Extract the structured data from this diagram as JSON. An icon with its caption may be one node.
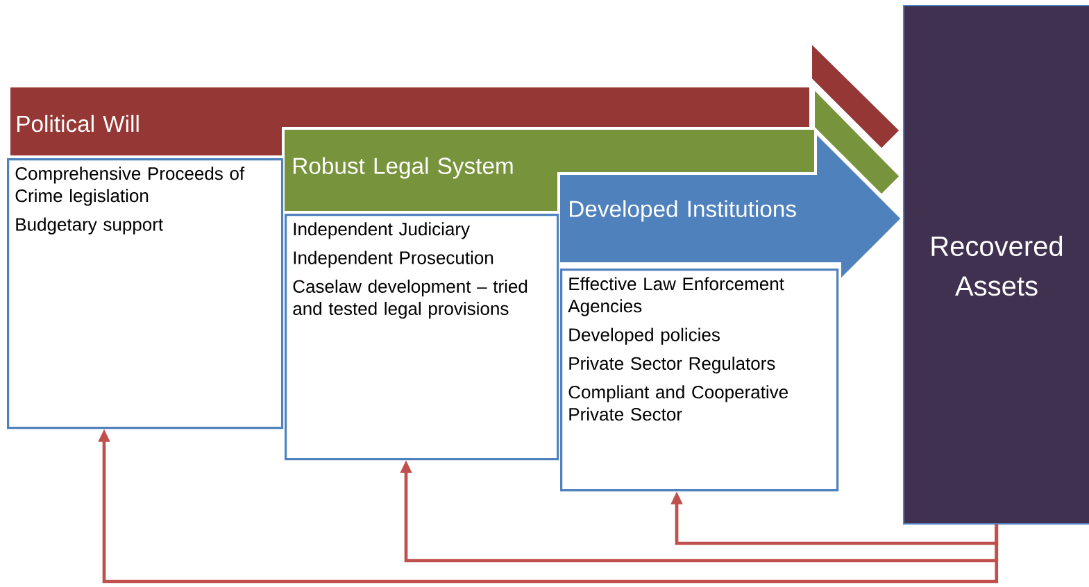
{
  "diagram": {
    "nodes": [
      {
        "text": [
          "Political Will"
        ]
      },
      {
        "text": [
          "Comprehensive Proceeds of Crime legislation",
          "Budgetary support"
        ]
      },
      {
        "text": [
          "Robust Legal System"
        ]
      },
      {
        "text": [
          "Independent Judiciary",
          "Independent Prosecution",
          "Caselaw development – tried and tested legal provisions"
        ]
      },
      {
        "text": [
          "Developed Institutions"
        ]
      },
      {
        "text": [
          "Effective Law Enforcement Agencies",
          "Developed policies",
          "Private Sector Regulators",
          "Compliant and Cooperative Private Sector"
        ]
      },
      {
        "text": [
          "Recovered Assets"
        ]
      }
    ],
    "edges": [
      {
        "from": 6,
        "to": 5,
        "arrow": "to"
      },
      {
        "from": 6,
        "to": 3,
        "arrow": "to"
      },
      {
        "from": 6,
        "to": 1,
        "arrow": "to"
      }
    ]
  }
}
